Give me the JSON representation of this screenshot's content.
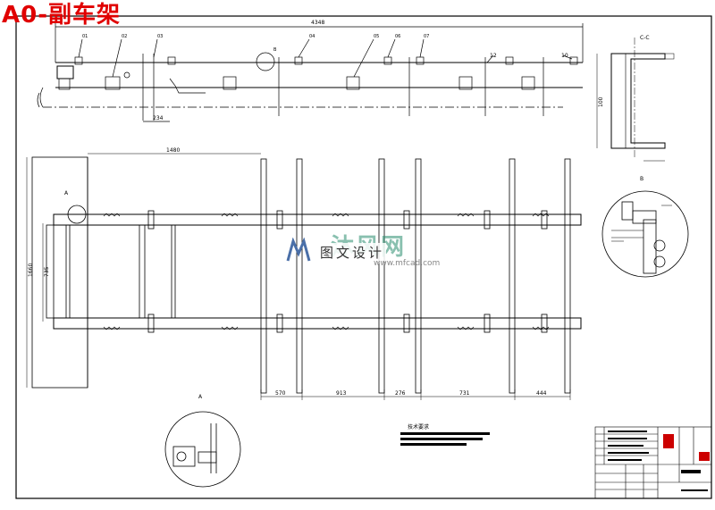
{
  "drawing": {
    "corner_title": "A0-副车架",
    "overall_length_dim": "4348",
    "length_1480": "1480",
    "left_height_1660": "1660",
    "left_height_735": "735",
    "section_dim_100": "100",
    "section_label": "C-C",
    "bottom_dims": [
      "570",
      "913",
      "276",
      "731",
      "444"
    ],
    "side_dim_234": "234",
    "left_tag_12": "12",
    "right_tag_10": "10",
    "detail_a_label": "A",
    "detail_b_label": "B",
    "tech_req_title": "技术要求",
    "watermark": {
      "cn_big": "沐风网",
      "cn": "图文设计",
      "url": "www.mfcad.com"
    },
    "colors": {
      "line": "#000000",
      "title_red": "#e00000",
      "accent_red": "#cc0000"
    }
  }
}
